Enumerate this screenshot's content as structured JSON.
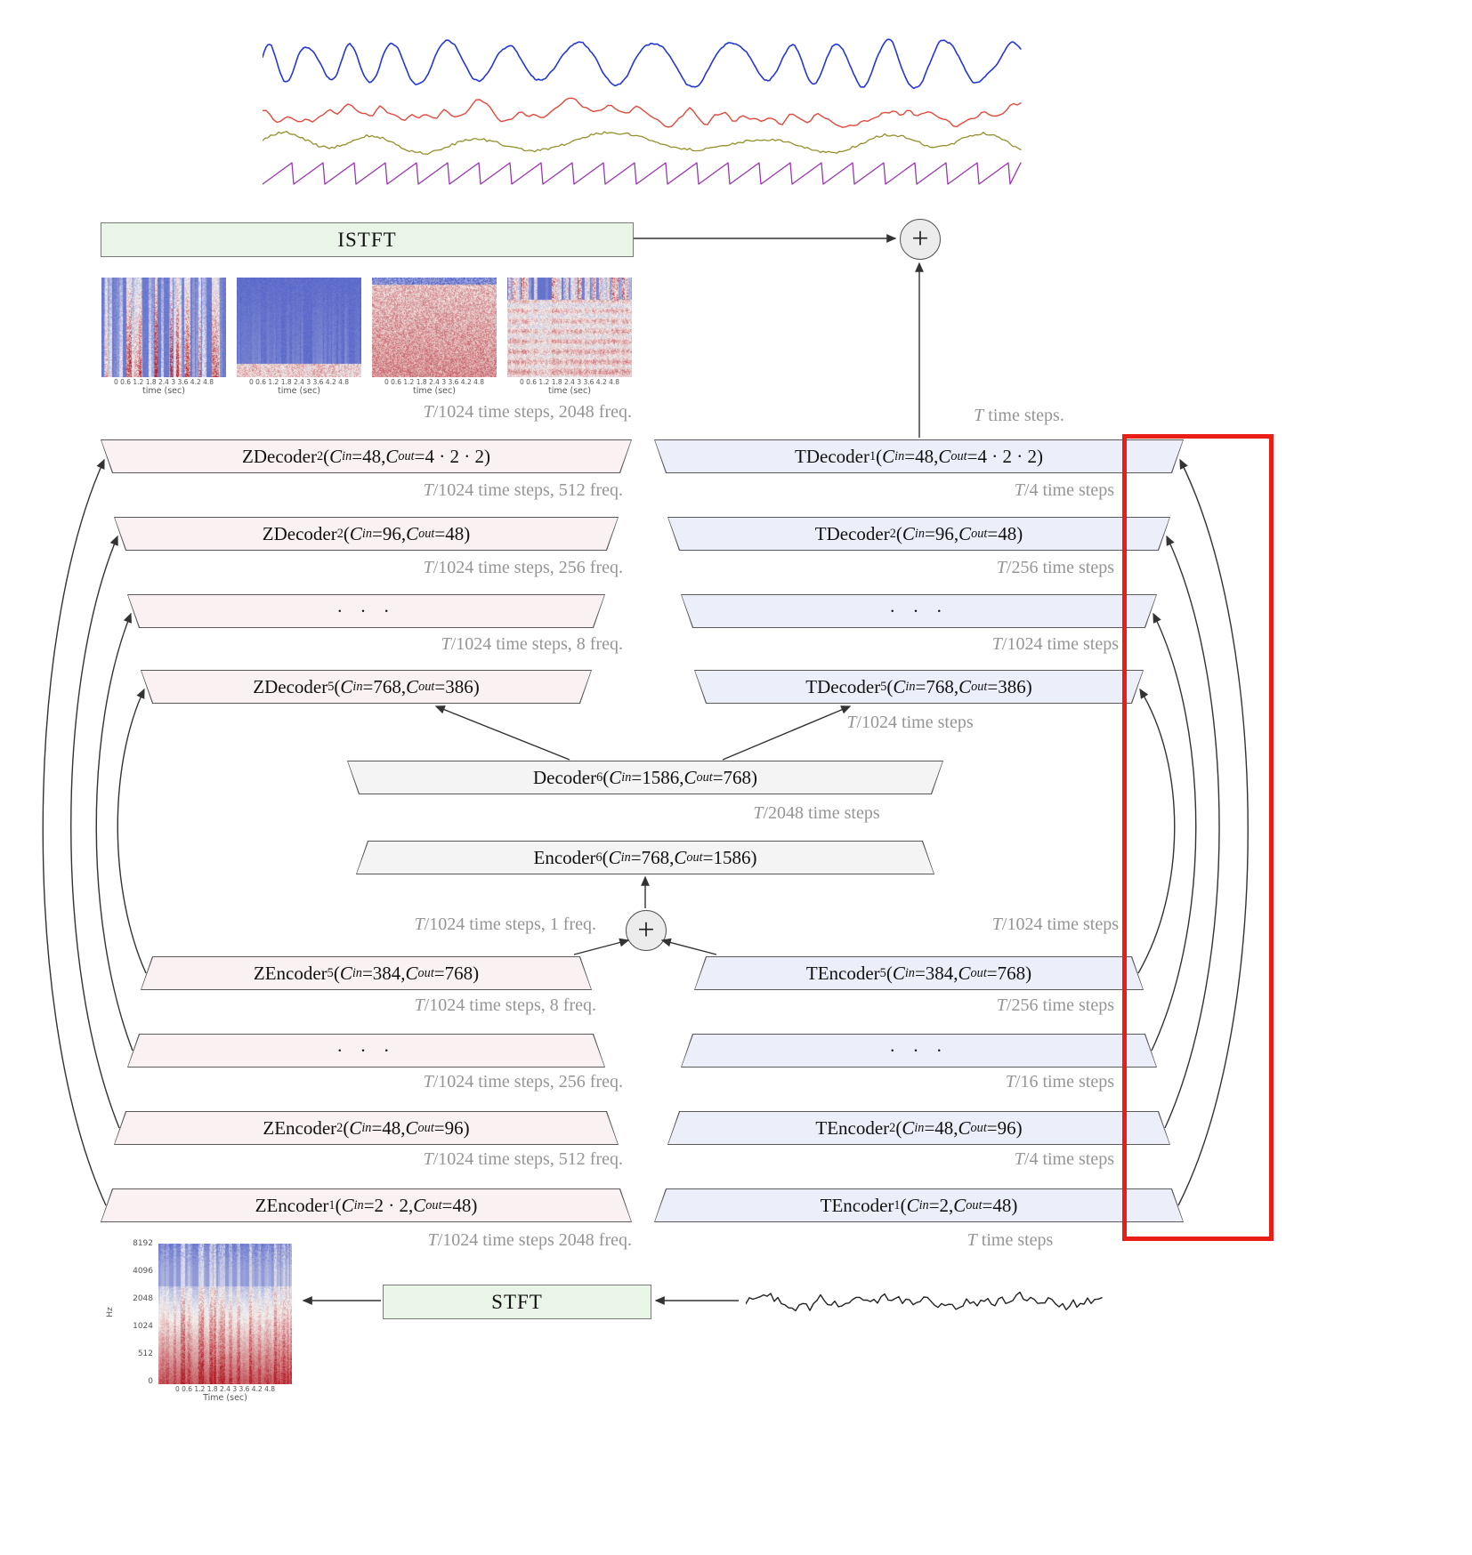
{
  "palette": {
    "z_fill": "#f9f1f2",
    "t_fill": "#eceffa",
    "mid_fill": "#f4f4f4",
    "stft_fill": "#e9f5e6",
    "gray_text": "#959595",
    "red_highlight": "#ea1d17",
    "arrow": "#333333"
  },
  "top_waveforms": {
    "colors": [
      "#2338d6",
      "#e2493b",
      "#93912c",
      "#9c33b5"
    ]
  },
  "bottom_waveform": {
    "color": "#222222"
  },
  "plus_sign": "+",
  "istft": {
    "label": "ISTFT"
  },
  "stft": {
    "label": "STFT"
  },
  "box_notation": {
    "c": "C",
    "in": "in",
    "out": "out",
    "open": "(",
    "close": ")",
    "eq": " = ",
    "sep": ", "
  },
  "boxes": {
    "zdec1": {
      "name": "ZDecoder",
      "sub": "2",
      "cin": "48",
      "cout": "4 · 2 · 2"
    },
    "zdec2": {
      "name": "ZDecoder",
      "sub": "2",
      "cin": "96",
      "cout": "48"
    },
    "zdec_dots": {
      "dots": "· · ·"
    },
    "zdec5": {
      "name": "ZDecoder",
      "sub": "5",
      "cin": "768",
      "cout": "386"
    },
    "tdec1": {
      "name": "TDecoder",
      "sub": "1",
      "cin": "48",
      "cout": "4 · 2 · 2"
    },
    "tdec2": {
      "name": "TDecoder",
      "sub": "2",
      "cin": "96",
      "cout": "48"
    },
    "tdec_dots": {
      "dots": "· · ·"
    },
    "tdec5": {
      "name": "TDecoder",
      "sub": "5",
      "cin": "768",
      "cout": "386"
    },
    "dec6": {
      "name": "Decoder",
      "sub": "6",
      "cin": "1586",
      "cout": "768"
    },
    "enc6": {
      "name": "Encoder",
      "sub": "6",
      "cin": "768",
      "cout": "1586"
    },
    "zenc5": {
      "name": "ZEncoder",
      "sub": "5",
      "cin": "384",
      "cout": "768"
    },
    "zenc_dots": {
      "dots": "· · ·"
    },
    "zenc2": {
      "name": "ZEncoder",
      "sub": "2",
      "cin": "48",
      "cout": "96"
    },
    "zenc1": {
      "name": "ZEncoder",
      "sub": "1",
      "cin": "2 · 2",
      "cout": "48"
    },
    "tenc5": {
      "name": "TEncoder",
      "sub": "5",
      "cin": "384",
      "cout": "768"
    },
    "tenc_dots": {
      "dots": "· · ·"
    },
    "tenc2": {
      "name": "TEncoder",
      "sub": "2",
      "cin": "48",
      "cout": "96"
    },
    "tenc1": {
      "name": "TEncoder",
      "sub": "1",
      "cin": "2",
      "cout": "48"
    }
  },
  "step_labels": {
    "z_out": "T/1024 time steps, 2048 freq.",
    "t_out": "T time steps.",
    "z_d1": "T/1024 time steps, 512 freq.",
    "t_d1": "T/4 time steps",
    "z_d2": "T/1024 time steps, 256 freq.",
    "t_d2": "T/256 time steps",
    "z_d3": "T/1024 time steps, 8 freq.",
    "t_d3": "T/1024 time steps",
    "mid_top": "T/1024 time steps",
    "mid": "T/2048 time steps",
    "z_e5": "T/1024 time steps, 1 freq.",
    "t_e5": "T/1024 time steps",
    "z_e4": "T/1024 time steps, 8 freq.",
    "t_e4": "T/256 time steps",
    "z_e3": "T/1024 time steps, 256 freq.",
    "t_e3": "T/16 time steps",
    "z_e2": "T/1024 time steps, 512 freq.",
    "t_e2": "T/4 time steps",
    "z_e1": "T/1024 time steps 2048 freq.",
    "t_e1": "T time steps"
  },
  "spectrogram_axis": {
    "ticks": "0  0.6  1.2  1.8  2.4  3  3.6  4.2  4.8",
    "xlabel": "time (sec)"
  },
  "input_spectrogram_axis": {
    "yticks": [
      "8192",
      "4096",
      "2048",
      "1024",
      "512",
      "0"
    ],
    "ylabel": "Hz",
    "ticks": "0  0.6  1.2  1.8  2.4  3  3.6  4.2  4.8",
    "xlabel": "Time (sec)"
  }
}
